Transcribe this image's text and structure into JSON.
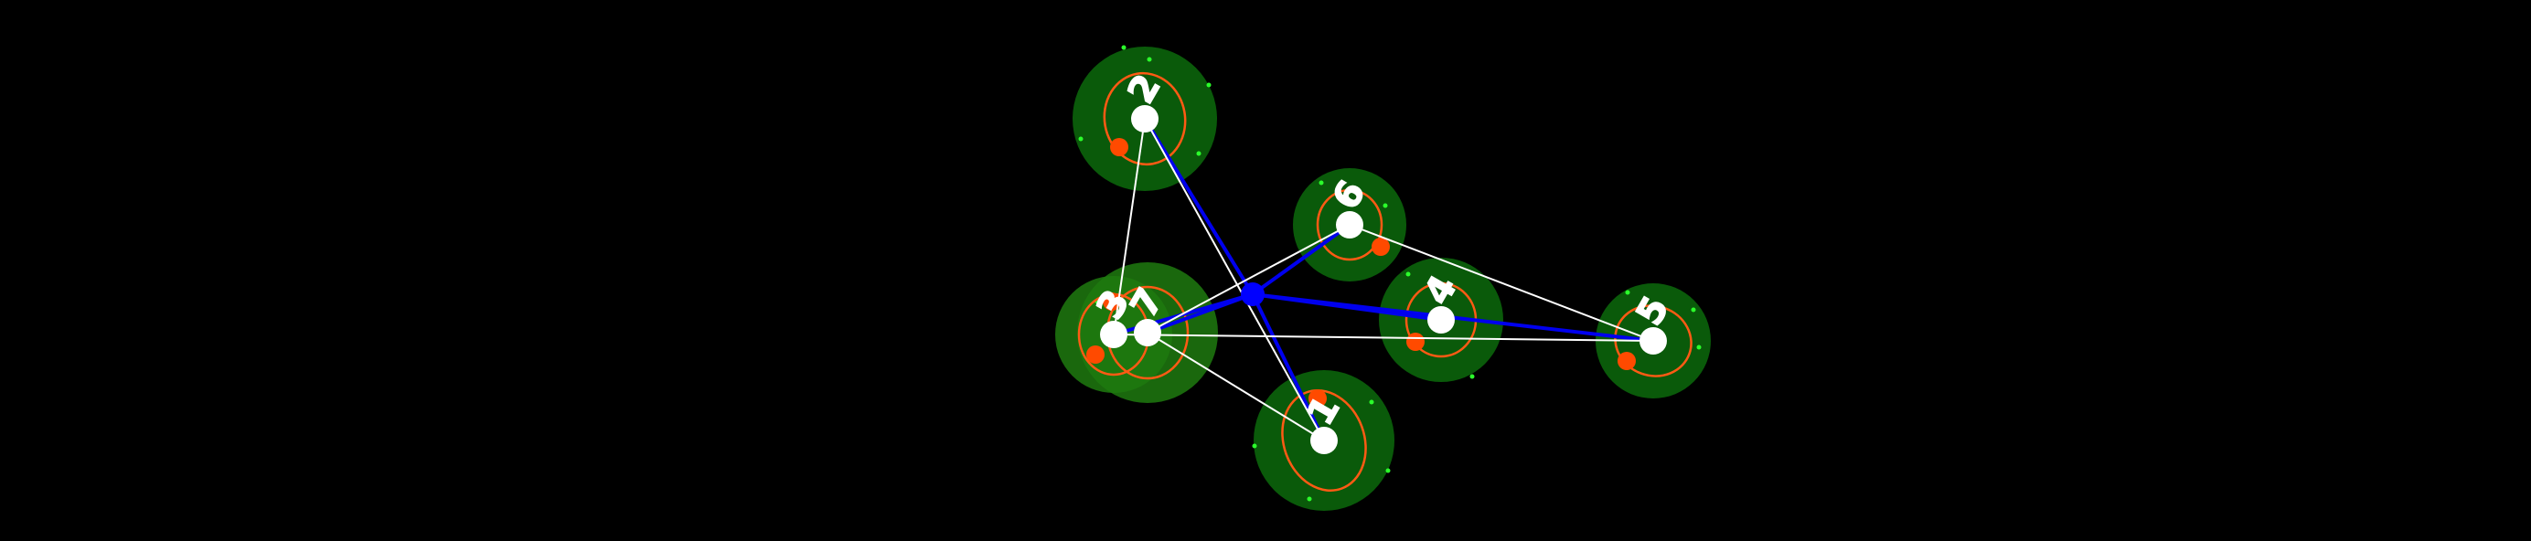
{
  "scene": {
    "background": "#000000",
    "node_fill": "#0a5a0a",
    "node_fill_overlap": "#1f7a0f",
    "orbit_color": "#ff5a14",
    "satellite_color": "#ff4a00",
    "hub_color": "#ffffff",
    "spark_color": "#2bff2b",
    "link_color": "#ffffff",
    "center_color": "#0000ff",
    "center_link_color": "#0000ee"
  },
  "nodes": [
    {
      "label": "1"
    },
    {
      "label": "2"
    },
    {
      "label": "3"
    },
    {
      "label": "4"
    },
    {
      "label": "5"
    },
    {
      "label": "6"
    },
    {
      "label": "7"
    }
  ],
  "links": [
    [
      "2",
      "3"
    ],
    [
      "2",
      "1"
    ],
    [
      "3",
      "5"
    ],
    [
      "7",
      "6"
    ],
    [
      "7",
      "1"
    ],
    [
      "6",
      "5"
    ]
  ],
  "center_links": [
    "2",
    "3",
    "4",
    "5",
    "6",
    "7",
    "1"
  ]
}
